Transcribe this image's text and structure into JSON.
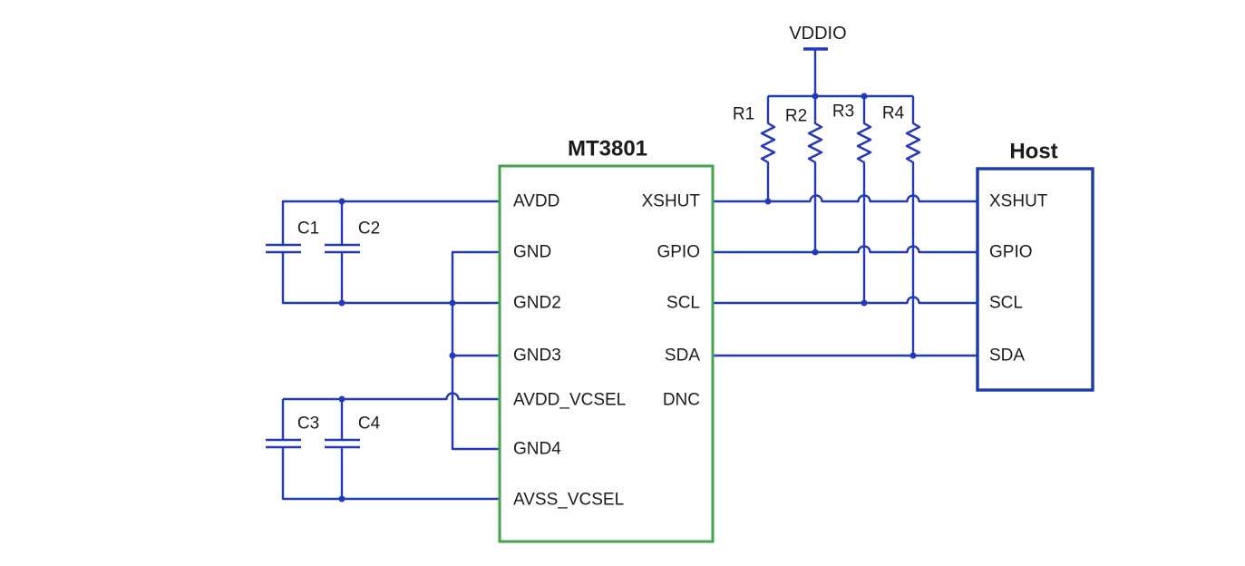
{
  "diagram": {
    "power": {
      "label": "VDDIO"
    },
    "pullups": {
      "r1": "R1",
      "r2": "R2",
      "r3": "R3",
      "r4": "R4"
    },
    "capacitors": {
      "c1": "C1",
      "c2": "C2",
      "c3": "C3",
      "c4": "C4"
    },
    "ic": {
      "title": "MT3801",
      "left_pins": [
        "AVDD",
        "GND",
        "GND2",
        "GND3",
        "AVDD_VCSEL",
        "GND4",
        "AVSS_VCSEL"
      ],
      "right_pins": [
        "XSHUT",
        "GPIO",
        "SCL",
        "SDA",
        "DNC"
      ]
    },
    "host": {
      "title": "Host",
      "pins": [
        "XSHUT",
        "GPIO",
        "SCL",
        "SDA"
      ]
    }
  },
  "colors": {
    "wire": "#2239b8",
    "ic_border": "#44a34e",
    "host_border": "#1e3aa8",
    "ink": "#1b1b1b",
    "bg": "#ffffff"
  }
}
